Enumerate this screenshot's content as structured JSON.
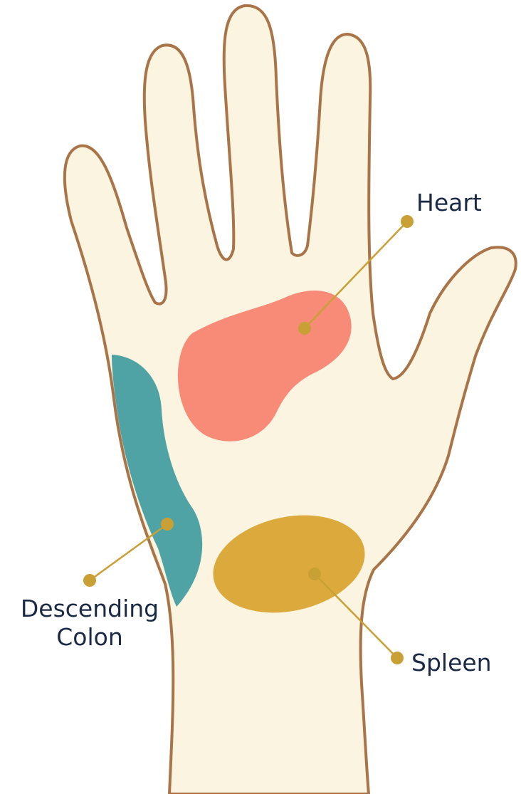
{
  "labels": {
    "heart": "Heart",
    "descending_colon_line1": "Descending",
    "descending_colon_line2": "Colon",
    "spleen": "Spleen"
  },
  "colors": {
    "skin": "#faf4e0",
    "outline": "#a97448",
    "heart": "#f88b78",
    "descending_colon": "#4fa3a5",
    "spleen": "#dcaa3c",
    "leader": "#c9a035",
    "text": "#1b2a44"
  }
}
